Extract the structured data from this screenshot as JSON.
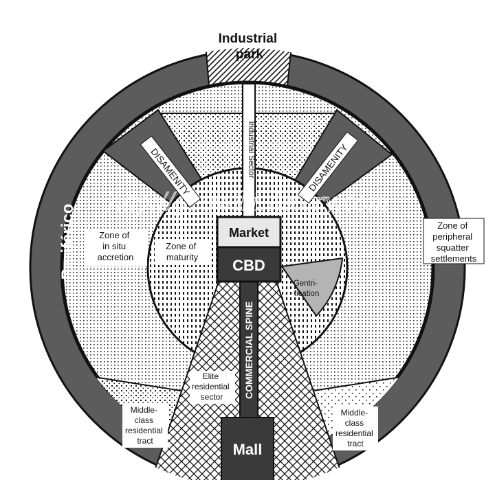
{
  "labels": {
    "industrial_park": [
      "Industrial",
      "park"
    ],
    "industrial_sector": "Industrial Sector",
    "disamenity_left": "DISAMENITY",
    "disamenity_right": "DISAMENITY",
    "periferico": "Periférico",
    "market": "Market",
    "cbd": "CBD",
    "zone_in_situ": [
      "Zone of",
      "in situ",
      "accretion"
    ],
    "zone_maturity": [
      "Zone of",
      "maturity"
    ],
    "zone_peripheral": [
      "Zone of",
      "peripheral",
      "squatter",
      "settlements"
    ],
    "gentrification": [
      "Gentri-",
      "fication"
    ],
    "commercial_spine": "COMMERCIAL SPINE",
    "elite_sector": [
      "Elite",
      "residential",
      "sector"
    ],
    "middle_class_left": [
      "Middle-",
      "class",
      "residential",
      "tract"
    ],
    "middle_class_right": [
      "Middle-",
      "class",
      "residential",
      "tract"
    ],
    "mall": "Mall",
    "watermark": "http://geowiki.tistory.com"
  },
  "colors": {
    "ring": "#5c5c5c",
    "dark": "#3a3a3a",
    "gentrification": "#b4b4b4",
    "outline": "#111111"
  }
}
